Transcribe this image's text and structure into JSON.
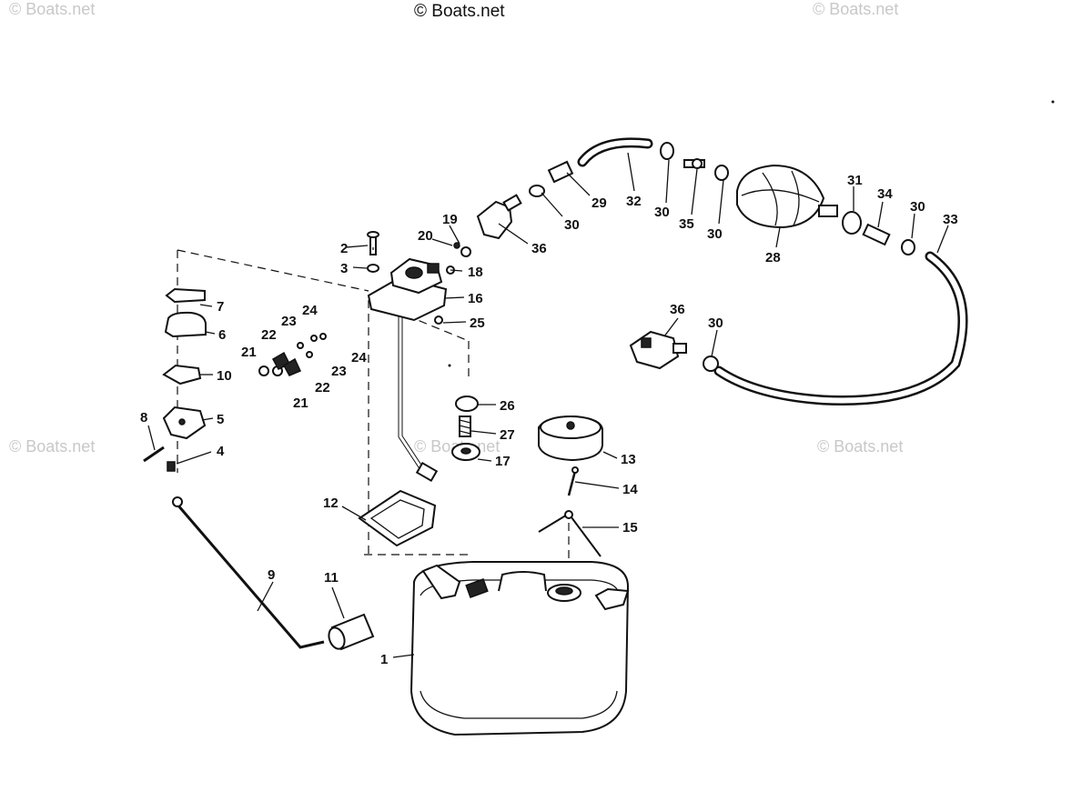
{
  "watermarks": {
    "top_center": "© Boats.net",
    "faint": "© Boats.net"
  },
  "callouts": {
    "c1": "1",
    "c2": "2",
    "c3": "3",
    "c4": "4",
    "c5": "5",
    "c6": "6",
    "c7": "7",
    "c8": "8",
    "c9": "9",
    "c10": "10",
    "c11": "11",
    "c12": "12",
    "c13": "13",
    "c14": "14",
    "c15": "15",
    "c16": "16",
    "c17": "17",
    "c18": "18",
    "c19": "19",
    "c20": "20",
    "c21": "21",
    "c22": "22",
    "c23": "23",
    "c24": "24",
    "c25": "25",
    "c26": "26",
    "c27": "27",
    "c28": "28",
    "c29": "29",
    "c30": "30",
    "c31": "31",
    "c32": "32",
    "c33": "33",
    "c34": "34",
    "c35": "35",
    "c36": "36"
  },
  "colors": {
    "ink": "#111111",
    "watermark": "#c8c8c8",
    "background": "#ffffff"
  }
}
